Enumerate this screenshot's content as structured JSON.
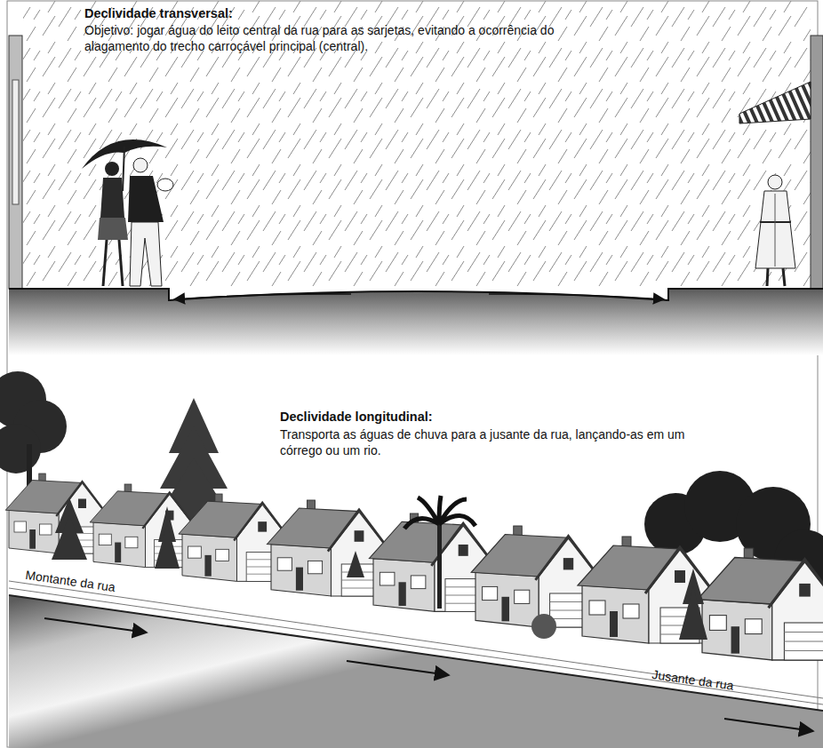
{
  "diagram": {
    "labels": [
      "Declividade transversal:",
      "Objetivo: jogar água do leito central da rua para as sarjetas, evitando a ocorrência do alagamento do trecho carroçável principal (central).",
      "Declividade longitudinal:",
      "Transporta as águas de chuva para a jusante da rua, lançando-as em um córrego ou um rio.",
      "Montante da rua",
      "Jusante da rua"
    ]
  }
}
